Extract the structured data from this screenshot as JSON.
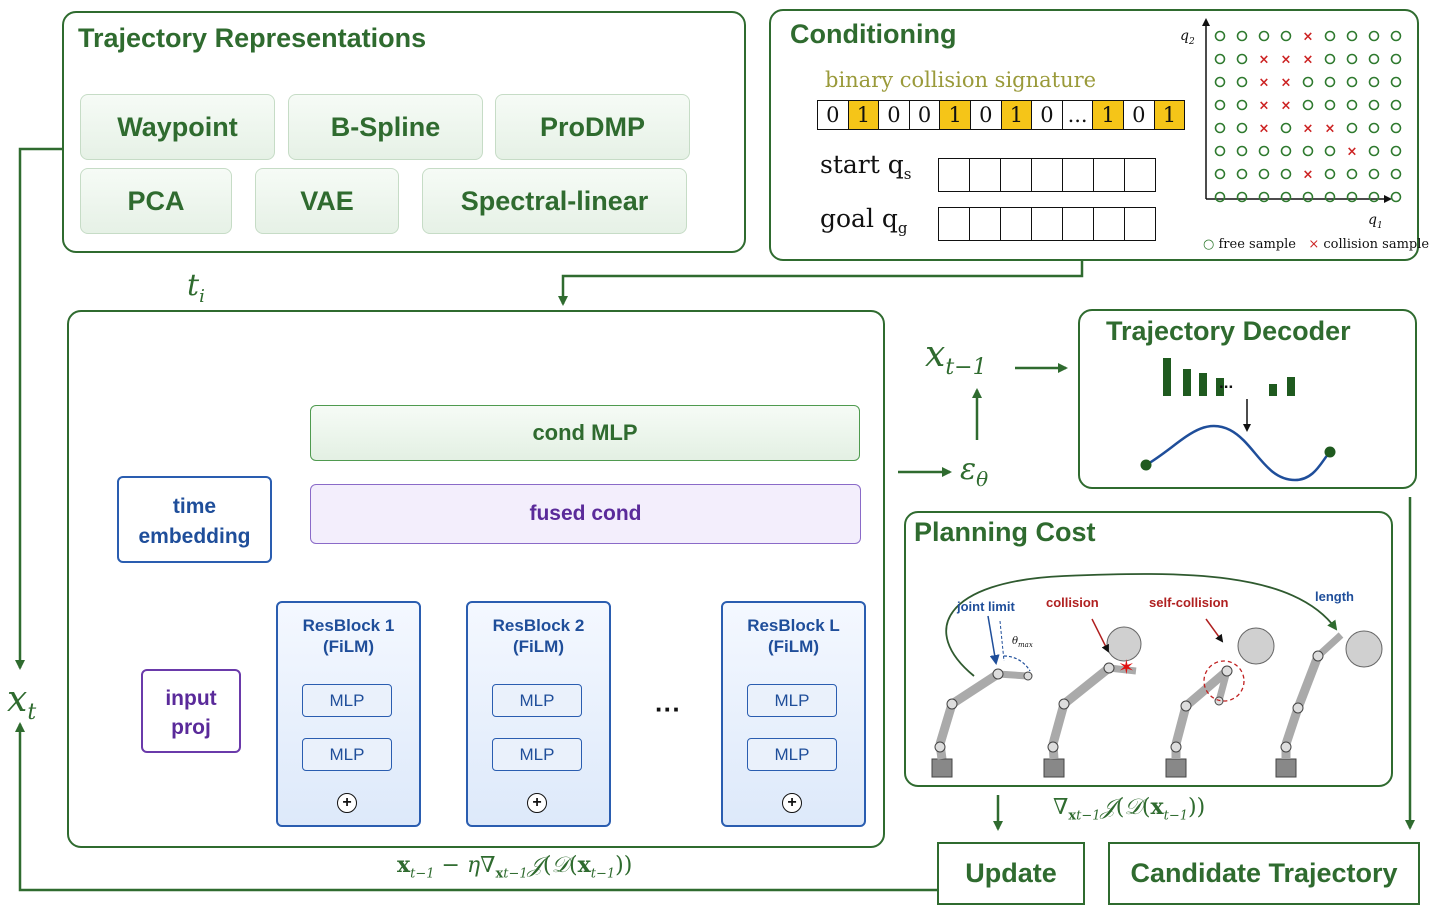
{
  "traj_repr": {
    "title": "Trajectory Representations",
    "items": [
      "Waypoint",
      "B-Spline",
      "ProDMP",
      "PCA",
      "VAE",
      "Spectral-linear"
    ]
  },
  "conditioning": {
    "title": "Conditioning",
    "signature_label": "binary collision signature",
    "bits": [
      "0",
      "1",
      "0",
      "0",
      "1",
      "0",
      "1",
      "0",
      "...",
      "1",
      "0",
      "1"
    ],
    "start_label": "start q",
    "start_sub": "s",
    "goal_label": "goal q",
    "goal_sub": "g",
    "plot": {
      "y_axis": "q",
      "y_sub": "2",
      "x_axis": "q",
      "x_sub": "1",
      "legend_free": "free sample",
      "legend_collision": "collision sample",
      "rows": [
        "ooooxoooo",
        "ooxxxoooo",
        "ooxxooooo",
        "ooxxooooo",
        "ooxoxxooo",
        "ooooooxoo",
        "ooooxoooo",
        "ooooooooo"
      ],
      "free_color": "#2f7a2f",
      "collision_color": "#cc2222"
    }
  },
  "network": {
    "t_label": "t",
    "t_sub": "i",
    "cond_mlp": "cond MLP",
    "fused_cond": "fused cond",
    "time_embedding": [
      "time",
      "embedding"
    ],
    "input_proj": [
      "input",
      "proj"
    ],
    "blocks": [
      {
        "title": "ResBlock 1",
        "sub": "(FiLM)"
      },
      {
        "title": "ResBlock 2",
        "sub": "(FiLM)"
      },
      {
        "title": "ResBlock L",
        "sub": "(FiLM)"
      }
    ],
    "mlp_label": "MLP",
    "plus": "+",
    "dots": "···"
  },
  "math": {
    "x_t": "x",
    "x_t_sub": "t",
    "x_prev": "x",
    "x_prev_sub": "t−1",
    "eps": "ε",
    "eps_sub": "θ",
    "update_formula": "x_{t−1} − η∇_{x_{t−1}} J(D(x_{t−1}))",
    "grad_formula": "∇_{x_{t−1}} J(D(x_{t−1}))"
  },
  "decoder": {
    "title": "Trajectory Decoder",
    "dots": "..."
  },
  "planning": {
    "title": "Planning Cost",
    "labels": [
      "joint limit",
      "collision",
      "self-collision",
      "length"
    ],
    "theta": "θ",
    "theta_sub": "max"
  },
  "bottom": {
    "update": "Update",
    "candidate": "Candidate Trajectory"
  },
  "colors": {
    "green": "#2f6b2f",
    "blue": "#1f4e9a",
    "purple": "#5a2a9a",
    "yellow": "#f5c518"
  }
}
